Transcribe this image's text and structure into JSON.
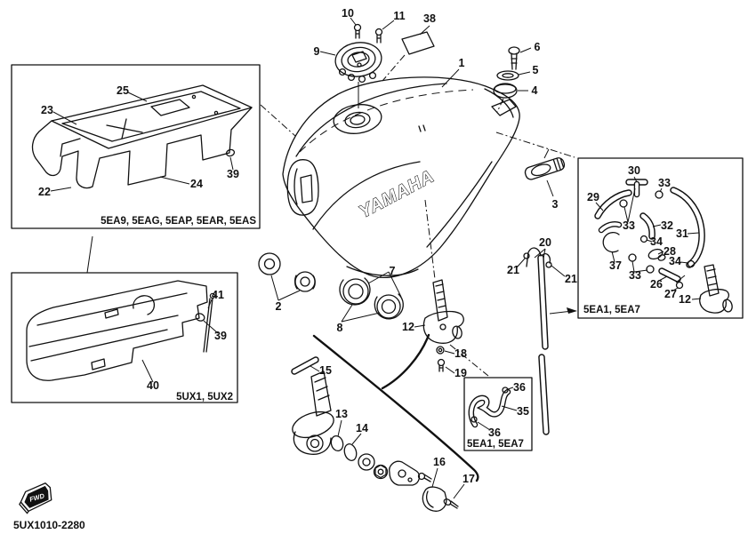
{
  "figure": {
    "code": "5UX1010-2280",
    "brand_logo": "YAMAHA",
    "fwd_label": "FWD"
  },
  "boxes": {
    "top_left": {
      "label": "5EA9, 5EAG, 5EAP, 5EAR, 5EAS"
    },
    "bottom_left": {
      "label": "5UX1, 5UX2"
    },
    "right": {
      "label": "5EA1, 5EA7"
    },
    "middle": {
      "label": "5EA1, 5EA7"
    }
  },
  "callouts": {
    "c1": {
      "n": "1"
    },
    "c2": {
      "n": "2"
    },
    "c3": {
      "n": "3"
    },
    "c4": {
      "n": "4"
    },
    "c5": {
      "n": "5"
    },
    "c6": {
      "n": "6"
    },
    "c7": {
      "n": "7"
    },
    "c8": {
      "n": "8"
    },
    "c9": {
      "n": "9"
    },
    "c10": {
      "n": "10"
    },
    "c11": {
      "n": "11"
    },
    "c12a": {
      "n": "12"
    },
    "c12b": {
      "n": "12"
    },
    "c13": {
      "n": "13"
    },
    "c14": {
      "n": "14"
    },
    "c15": {
      "n": "15"
    },
    "c16": {
      "n": "16"
    },
    "c17": {
      "n": "17"
    },
    "c18": {
      "n": "18"
    },
    "c19": {
      "n": "19"
    },
    "c20": {
      "n": "20"
    },
    "c21a": {
      "n": "21"
    },
    "c21b": {
      "n": "21"
    },
    "c22": {
      "n": "22"
    },
    "c23": {
      "n": "23"
    },
    "c24": {
      "n": "24"
    },
    "c25": {
      "n": "25"
    },
    "c26": {
      "n": "26"
    },
    "c27": {
      "n": "27"
    },
    "c28": {
      "n": "28"
    },
    "c29": {
      "n": "29"
    },
    "c30": {
      "n": "30"
    },
    "c31": {
      "n": "31"
    },
    "c32": {
      "n": "32"
    },
    "c33a": {
      "n": "33"
    },
    "c33b": {
      "n": "33"
    },
    "c33c": {
      "n": "33"
    },
    "c34a": {
      "n": "34"
    },
    "c34b": {
      "n": "34"
    },
    "c35": {
      "n": "35"
    },
    "c36a": {
      "n": "36"
    },
    "c36b": {
      "n": "36"
    },
    "c37": {
      "n": "37"
    },
    "c38": {
      "n": "38"
    },
    "c39a": {
      "n": "39"
    },
    "c39b": {
      "n": "39"
    },
    "c40": {
      "n": "40"
    },
    "c41": {
      "n": "41"
    }
  }
}
